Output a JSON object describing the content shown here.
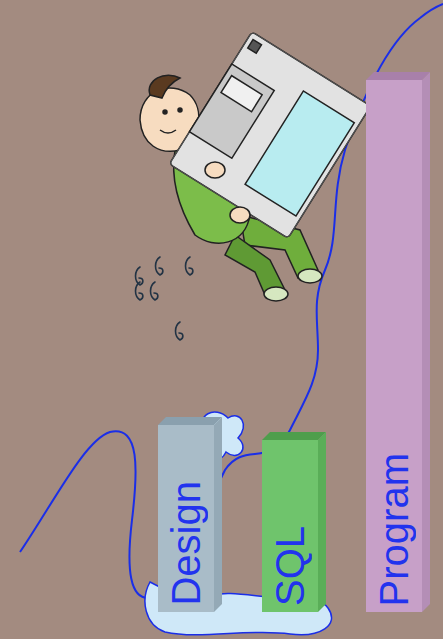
{
  "diagram": {
    "nodes": [
      {
        "text": [
          "Design"
        ]
      },
      {
        "text": [
          "SQL"
        ]
      },
      {
        "text": [
          "Program"
        ]
      }
    ]
  }
}
